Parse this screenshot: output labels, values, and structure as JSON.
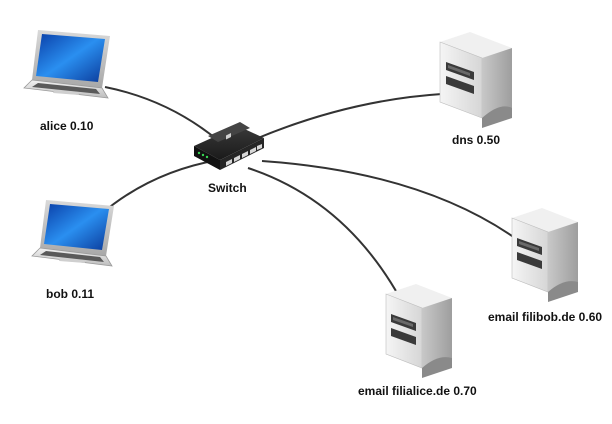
{
  "nodes": {
    "alice": {
      "label": "alice 0.10",
      "icon": "laptop-icon"
    },
    "bob": {
      "label": "bob 0.11",
      "icon": "laptop-icon"
    },
    "switch": {
      "label": "Switch",
      "icon": "network-switch-icon"
    },
    "dns": {
      "label": "dns 0.50",
      "icon": "server-icon"
    },
    "email_bob": {
      "label": "email filibob.de 0.60",
      "icon": "server-icon"
    },
    "email_alice": {
      "label": "email filialice.de 0.70",
      "icon": "server-icon"
    }
  },
  "links": [
    [
      "alice",
      "switch"
    ],
    [
      "bob",
      "switch"
    ],
    [
      "switch",
      "dns"
    ],
    [
      "switch",
      "email_bob"
    ],
    [
      "switch",
      "email_alice"
    ]
  ],
  "colors": {
    "link": "#333333",
    "screen": "#1d6fd8",
    "server_body": "#e8e8e8",
    "switch_body": "#2a2a2a",
    "switch_led": "#39d353"
  }
}
